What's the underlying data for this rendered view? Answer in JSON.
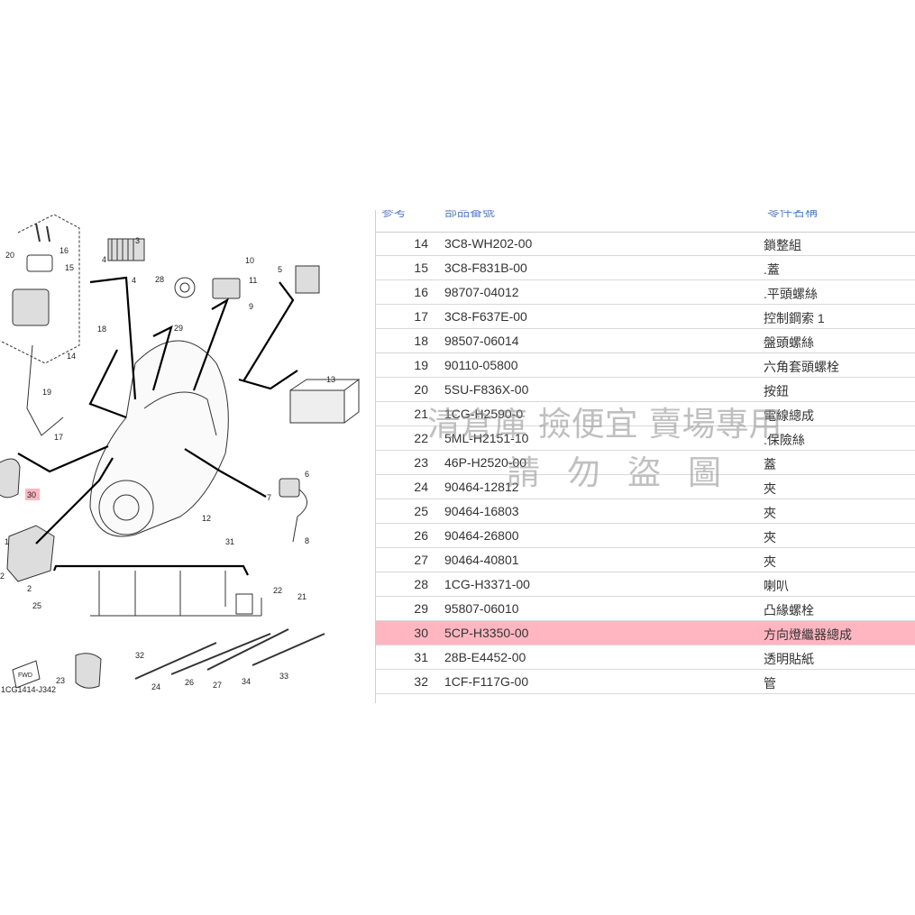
{
  "diagram": {
    "code": "1CG1414-J342",
    "fwd_label": "FWD",
    "callouts": [
      "1",
      "2",
      "2",
      "3",
      "4",
      "4",
      "5",
      "6",
      "7",
      "8",
      "9",
      "10",
      "11",
      "12",
      "13",
      "14",
      "15",
      "16",
      "17",
      "18",
      "19",
      "20",
      "21",
      "22",
      "23",
      "24",
      "25",
      "26",
      "27",
      "28",
      "29",
      "30",
      "31",
      "32",
      "33",
      "34"
    ],
    "highlight_ref": "30",
    "highlight_color": "#ffb6c1"
  },
  "table": {
    "headers": {
      "ref": "參考",
      "part_no": "部品番號",
      "name": "零件名稱"
    },
    "header_color": "#5b7fc7",
    "rows": [
      {
        "ref": "14",
        "part_no": "3C8-WH202-00",
        "name": "鎖整組"
      },
      {
        "ref": "15",
        "part_no": "3C8-F831B-00",
        "name": ".蓋"
      },
      {
        "ref": "16",
        "part_no": "98707-04012",
        "name": ".平頭螺絲"
      },
      {
        "ref": "17",
        "part_no": "3C8-F637E-00",
        "name": "控制鋼索 1"
      },
      {
        "ref": "18",
        "part_no": "98507-06014",
        "name": "盤頭螺絲"
      },
      {
        "ref": "19",
        "part_no": "90110-05800",
        "name": "六角套頭螺栓"
      },
      {
        "ref": "20",
        "part_no": "5SU-F836X-00",
        "name": "按鈕"
      },
      {
        "ref": "21",
        "part_no": "1CG-H2590-0",
        "name": "電線總成"
      },
      {
        "ref": "22",
        "part_no": "5ML-H2151-10",
        "name": ".保險絲"
      },
      {
        "ref": "23",
        "part_no": "46P-H2520-00",
        "name": "蓋"
      },
      {
        "ref": "24",
        "part_no": "90464-12812",
        "name": "夾"
      },
      {
        "ref": "25",
        "part_no": "90464-16803",
        "name": "夾"
      },
      {
        "ref": "26",
        "part_no": "90464-26800",
        "name": "夾"
      },
      {
        "ref": "27",
        "part_no": "90464-40801",
        "name": "夾"
      },
      {
        "ref": "28",
        "part_no": "1CG-H3371-00",
        "name": "喇叭"
      },
      {
        "ref": "29",
        "part_no": "95807-06010",
        "name": "凸緣螺栓"
      },
      {
        "ref": "30",
        "part_no": "5CP-H3350-00",
        "name": "方向燈繼器總成",
        "highlight": true
      },
      {
        "ref": "31",
        "part_no": "28B-E4452-00",
        "name": "透明貼紙"
      },
      {
        "ref": "32",
        "part_no": "1CF-F117G-00",
        "name": "管"
      }
    ]
  },
  "watermark": {
    "line1": "清倉庫 撿便宜 賣場專用",
    "line2": "請勿盜圖"
  }
}
